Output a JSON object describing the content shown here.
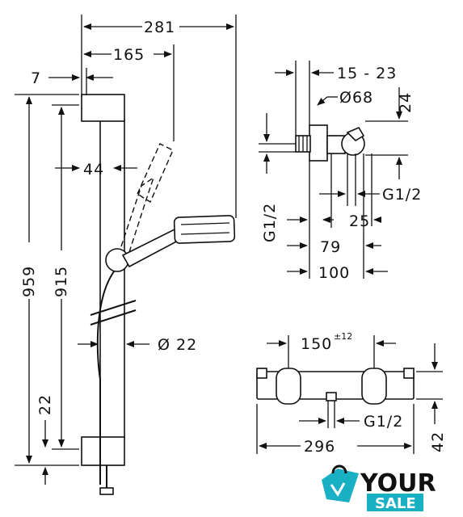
{
  "dimensions": {
    "width_total": "281",
    "width_hand": "165",
    "bracket_offset": "7",
    "bar_offset": "44",
    "height_total": "959",
    "height_bar": "915",
    "bottom_offset": "22",
    "bar_diameter": "Ø 22",
    "eccentric_range": "15 - 23",
    "rosette_diameter": "Ø68",
    "valve_height": "24",
    "connection_top": "G1/2",
    "connection_side": "G1/2",
    "depth_25": "25",
    "depth_79": "79",
    "depth_100": "100",
    "centers": "150",
    "centers_tolerance": "±12",
    "outlet_thread": "G1/2",
    "mixer_length": "296",
    "mixer_height": "42"
  },
  "logo": {
    "word_top": "YOUR",
    "word_bottom": "SALE",
    "brand_color": "#1ab0c4",
    "text_color": "#111111",
    "icon": "shopping-bag-icon"
  }
}
